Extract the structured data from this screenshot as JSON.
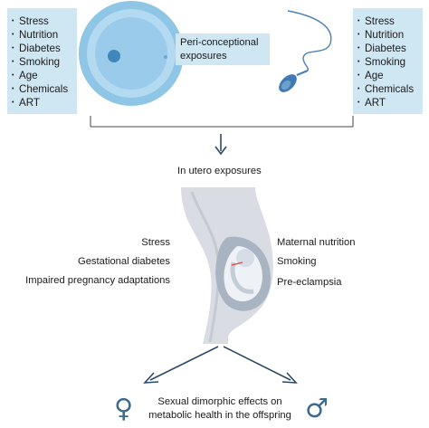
{
  "left_panel": {
    "items": [
      "Stress",
      "Nutrition",
      "Diabetes",
      "Smoking",
      "Age",
      "Chemicals",
      "ART"
    ]
  },
  "right_panel": {
    "items": [
      "Stress",
      "Nutrition",
      "Diabetes",
      "Smoking",
      "Age",
      "Chemicals",
      "ART"
    ]
  },
  "center_box": {
    "line1": "Peri-conceptional",
    "line2": "exposures"
  },
  "in_utero_label": "In utero exposures",
  "left_factors": [
    "Stress",
    "Gestational diabetes",
    "Impaired pregnancy adaptations"
  ],
  "right_factors": [
    "Maternal nutrition",
    "Smoking",
    "Pre-eclampsia"
  ],
  "outcome": {
    "line1": "Sexual dimorphic effects on",
    "line2": "metabolic health in the offspring"
  },
  "symbols": {
    "female": "♀",
    "male": "♂"
  },
  "colors": {
    "panel": "#cfe6f3",
    "egg_outer": "#8fc6e6",
    "egg_inner": "#5a9fcf",
    "sperm": "#4a82b8",
    "body": "#d9dde3",
    "arrow": "#2e4a66"
  }
}
